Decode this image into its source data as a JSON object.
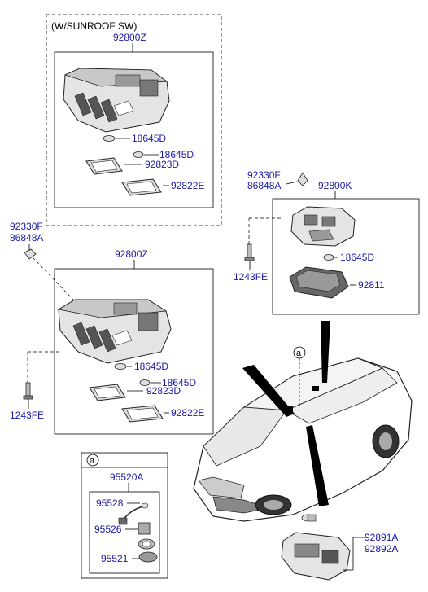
{
  "colors": {
    "label": "#1a1aa8",
    "heading": "#000000",
    "line": "#000000",
    "part_fill": "#d9d9d9",
    "part_dark": "#555555"
  },
  "sunroof_group": {
    "heading": "(W/SUNROOF SW)",
    "assembly": "92800Z",
    "bulb": "18645D",
    "bulb2": "18645D",
    "lens": "92823D",
    "lens2": "92822E"
  },
  "left_bracket": {
    "clip_a": "92330F",
    "clip_b": "86848A"
  },
  "main_group": {
    "assembly": "92800Z",
    "bulb": "18645D",
    "bulb2": "18645D",
    "lens": "92823D",
    "lens2": "92822E",
    "screw": "1243FE"
  },
  "right_group": {
    "clip_a": "92330F",
    "clip_b": "86848A",
    "assembly": "92800K",
    "bulb": "18645D",
    "lens": "92811",
    "screw": "1243FE"
  },
  "detail_a": {
    "circle_label": "a",
    "assembly": "95520A",
    "part1": "95528",
    "part2": "95526",
    "part3": "95521"
  },
  "car_callout": "a",
  "trunk_lamp": {
    "part1": "92891A",
    "part2": "92892A"
  }
}
